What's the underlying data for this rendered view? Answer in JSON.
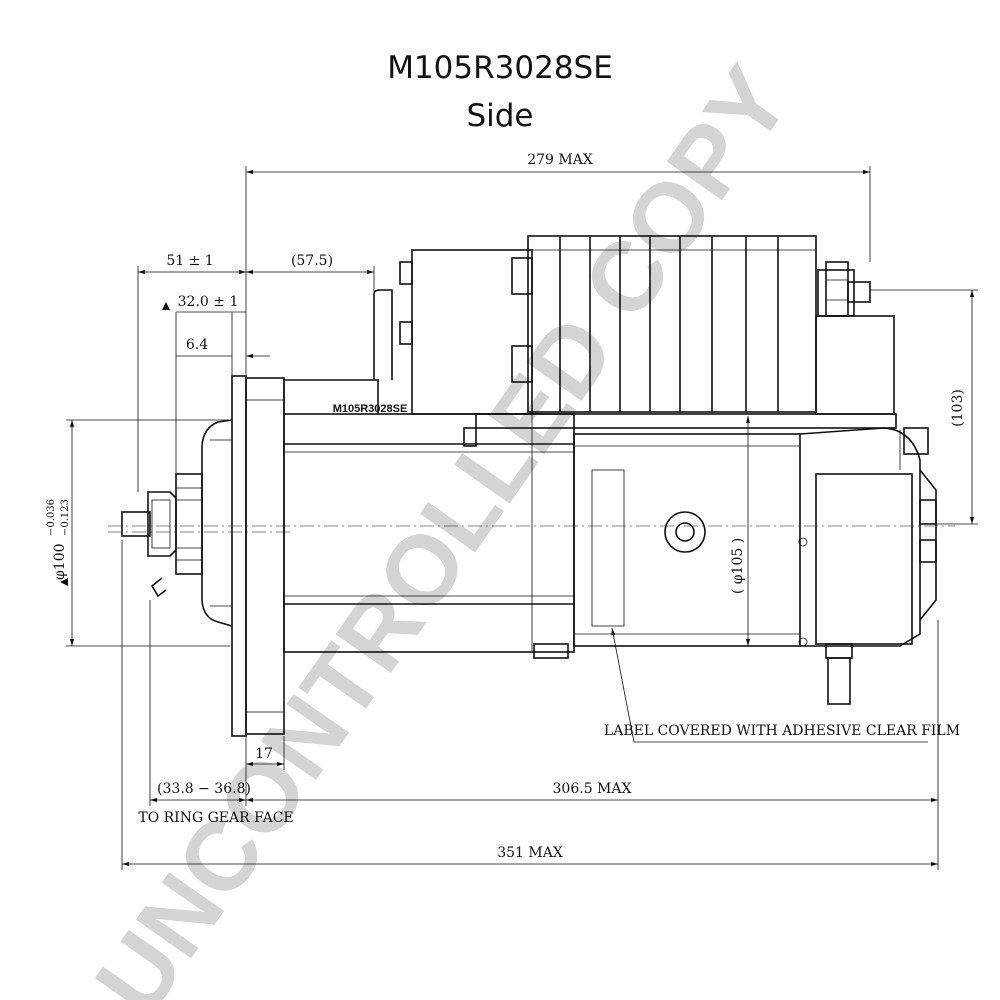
{
  "drawing": {
    "part_number": "M105R3028SE",
    "view": "Side",
    "body_label": "M105R3028SE",
    "watermark": "UNCONTROLLED COPY",
    "dimensions": {
      "overall_top": "279 MAX",
      "flange_offset": "51 ± 1",
      "pinion_to_flange": "(57.5)",
      "pinion_length": "32.0 ± 1",
      "pinion_step": "6.4",
      "height_103": "(103)",
      "housing_dia": "( φ105 )",
      "pilot_dia_main": "φ100",
      "pilot_tol_upper": "−0.036",
      "pilot_tol_lower": "−0.123",
      "flange_thickness": "17",
      "ring_gear_range": "(33.8 − 36.8)",
      "ring_gear_note": "TO RING GEAR FACE",
      "length_306": "306.5 MAX",
      "length_351": "351 MAX"
    },
    "notes": {
      "label_note": "LABEL COVERED WITH ADHESIVE CLEAR FILM"
    }
  }
}
